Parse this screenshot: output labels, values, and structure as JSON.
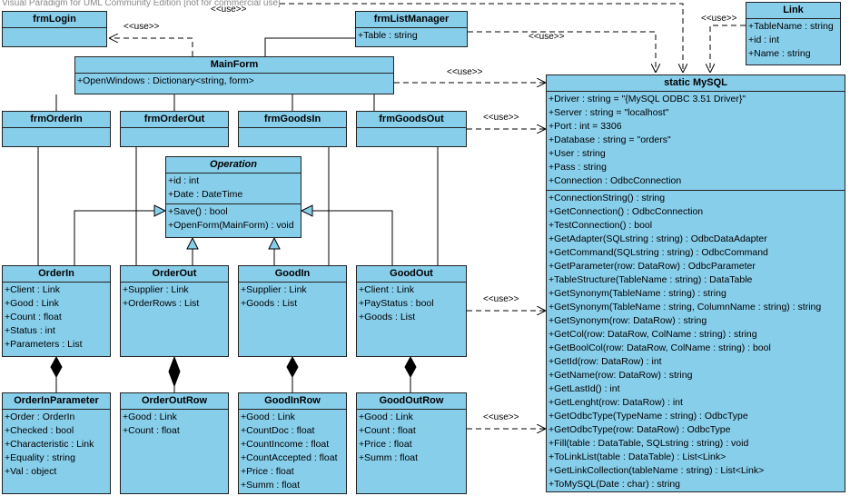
{
  "watermark": "Visual Paradigm for UML Community Edition [not for commercial use]",
  "use_label": "<<use>>",
  "colors": {
    "class_fill": "#87CEEB",
    "border": "#222222"
  },
  "classes": {
    "frmLogin": {
      "title": "frmLogin"
    },
    "frmListManager": {
      "title": "frmListManager",
      "attributes": [
        "+Table : string"
      ]
    },
    "Link": {
      "title": "Link",
      "attributes": [
        "+TableName : string",
        "+id : int",
        "+Name : string"
      ]
    },
    "MainForm": {
      "title": "MainForm",
      "attributes": [
        "+OpenWindows : Dictionary<string, form>"
      ]
    },
    "frmOrderIn": {
      "title": "frmOrderIn"
    },
    "frmOrderOut": {
      "title": "frmOrderOut"
    },
    "frmGoodsIn": {
      "title": "frmGoodsIn"
    },
    "frmGoodsOut": {
      "title": "frmGoodsOut"
    },
    "Operation": {
      "title": "Operation",
      "attributes": [
        "+id : int",
        "+Date : DateTime"
      ],
      "operations": [
        "+Save() : bool",
        "+OpenForm(MainForm) : void"
      ]
    },
    "OrderIn": {
      "title": "OrderIn",
      "attributes": [
        "+Client : Link",
        "+Good : Link",
        "+Count : float",
        "+Status : int",
        "+Parameters : List"
      ]
    },
    "OrderOut": {
      "title": "OrderOut",
      "attributes": [
        "+Supplier : Link",
        "+OrderRows : List"
      ]
    },
    "GoodIn": {
      "title": "GoodIn",
      "attributes": [
        "+Supplier : Link",
        "+Goods : List"
      ]
    },
    "GoodOut": {
      "title": "GoodOut",
      "attributes": [
        "+Client : Link",
        "+PayStatus : bool",
        "+Goods : List"
      ]
    },
    "OrderInParameter": {
      "title": "OrderInParameter",
      "attributes": [
        "+Order : OrderIn",
        "+Checked : bool",
        "+Characteristic : Link",
        "+Equality : string",
        "+Val : object"
      ]
    },
    "OrderOutRow": {
      "title": "OrderOutRow",
      "attributes": [
        "+Good : Link",
        "+Count : float"
      ]
    },
    "GoodInRow": {
      "title": "GoodInRow",
      "attributes": [
        "+Good : Link",
        "+CountDoc : float",
        "+CountIncome : float",
        "+CountAccepted : float",
        "+Price : float",
        "+Summ : float"
      ]
    },
    "GoodOutRow": {
      "title": "GoodOutRow",
      "attributes": [
        "+Good : Link",
        "+Count : float",
        "+Price : float",
        "+Summ : float"
      ]
    },
    "MySQL": {
      "title": "static MySQL",
      "attributes": [
        "+Driver : string = \"{MySQL ODBC 3.51 Driver}\"",
        "+Server : string = \"localhost\"",
        "+Port : int = 3306",
        "+Database : string = \"orders\"",
        "+User : string",
        "+Pass : string",
        "+Connection : OdbcConnection"
      ],
      "operations": [
        "+ConnectionString() : string",
        "+GetConnection() : OdbcConnection",
        "+TestConnection() : bool",
        "+GetAdapter(SQLstring : string) : OdbcDataAdapter",
        "+GetCommand(SQLstring : string) : OdbcCommand",
        "+GetParameter(row: DataRow) : OdbcParameter",
        "+TableStructure(TableName : string) : DataTable",
        "+GetSynonym(TableName : string) : string",
        "+GetSynonym(TableName : string, ColumnName : string) : string",
        "+GetSynonym(row: DataRow) : string",
        "+GetCol(row: DataRow, ColName : string) : string",
        "+GetBoolCol(row: DataRow, ColName : string) : bool",
        "+GetId(row: DataRow) : int",
        "+GetName(row: DataRow) : string",
        "+GetLastId() : int",
        "+GetLenght(row: DataRow) : int",
        "+GetOdbcType(TypeName : string) : OdbcType",
        "+GetOdbcType(row: DataRow) : OdbcType",
        "+Fill(table : DataTable, SQLstring : string) : void",
        "+ToLinkList(table : DataTable) : List<Link>",
        "+GetLinkCollection(tableName : string) : List<Link>",
        "+ToMySQL(Date : char) : string"
      ]
    }
  }
}
